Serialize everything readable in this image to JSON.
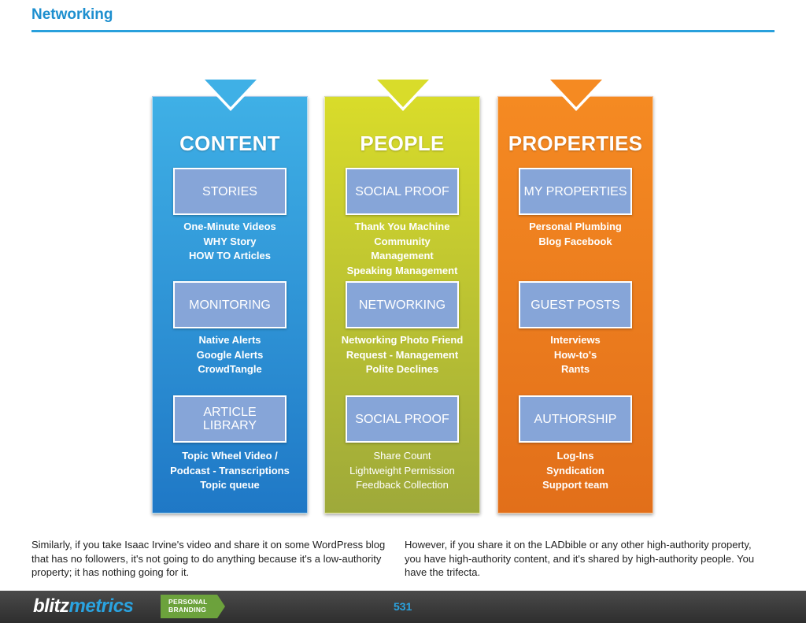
{
  "header": {
    "title": "Networking"
  },
  "columns": [
    {
      "title": "CONTENT",
      "color_top": "#3fb0e6",
      "color_bottom": "#1f78c6",
      "sections": [
        {
          "box": "STORIES",
          "lines": [
            "One-Minute Videos",
            "WHY Story",
            "HOW TO Articles"
          ]
        },
        {
          "box": "MONITORING",
          "lines": [
            "Native Alerts",
            "Google Alerts",
            "CrowdTangle"
          ]
        },
        {
          "box_line1": "ARTICLE",
          "box_line2": "LIBRARY",
          "lines": [
            "Topic Wheel Video /",
            "Podcast - Transcriptions",
            "Topic queue"
          ]
        }
      ]
    },
    {
      "title": "PEOPLE",
      "color_top": "#d9dc2a",
      "color_bottom": "#9ea93a",
      "sections": [
        {
          "box": "SOCIAL PROOF",
          "lines": [
            "Thank You Machine",
            "Community",
            "Management",
            "Speaking Management"
          ]
        },
        {
          "box": "NETWORKING",
          "lines": [
            "Networking Photo Friend",
            "Request - Management",
            "Polite Declines"
          ]
        },
        {
          "box": "SOCIAL PROOF",
          "lines": [
            "Share Count",
            "Lightweight Permission",
            "Feedback Collection"
          ]
        }
      ]
    },
    {
      "title": "PROPERTIES",
      "color_top": "#f58a22",
      "color_bottom": "#e26f1a",
      "sections": [
        {
          "box": "MY PROPERTIES",
          "lines": [
            "Personal Plumbing",
            "Blog Facebook"
          ]
        },
        {
          "box": "GUEST POSTS",
          "lines": [
            "Interviews",
            "How-to's",
            "Rants"
          ]
        },
        {
          "box": "AUTHORSHIP",
          "lines": [
            "Log-Ins",
            "Syndication",
            "Support team"
          ]
        }
      ]
    }
  ],
  "body": {
    "left": "Similarly, if you take Isaac Irvine's video and share it on some WordPress blog that has no followers, it's not going to do anything because it's a low-authority property; it has nothing going for it.",
    "right": "However, if you share it on the LADbible or any other high-authority property, you have high-authority content, and it's shared by high-authority people. You have the trifecta."
  },
  "footer": {
    "logo_part1": "blitz",
    "logo_part2": "metrics",
    "badge_line1": "PERSONAL",
    "badge_line2": "BRANDING",
    "page_number": "531"
  }
}
